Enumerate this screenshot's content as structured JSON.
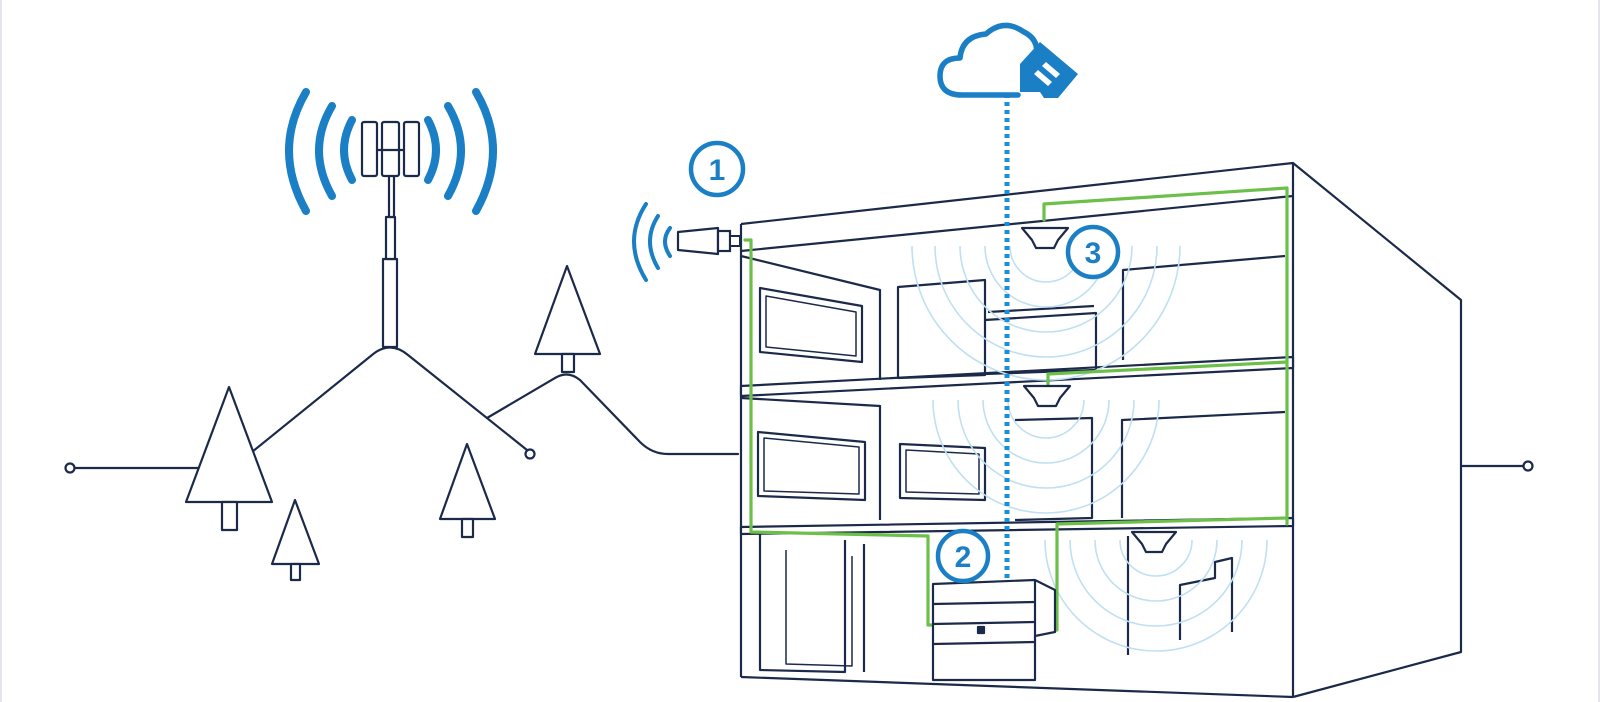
{
  "colors": {
    "outline": "#1c2a4a",
    "signal_blue": "#1a7fc4",
    "dotted_blue": "#1a8fd6",
    "coverage_light": "#bfe0f2",
    "cable_green": "#6cc04a",
    "background": "#ffffff"
  },
  "icons": {
    "cell_tower": "cell-tower-icon",
    "cloud_platform": "cloud-icon",
    "donor_antenna": "donor-antenna-icon",
    "booster_unit": "booster-unit-icon",
    "ceiling_antenna": "dome-antenna-icon",
    "tree": "pine-tree-icon"
  },
  "callouts": [
    {
      "label": "1"
    },
    {
      "label": "2"
    },
    {
      "label": "3"
    }
  ]
}
